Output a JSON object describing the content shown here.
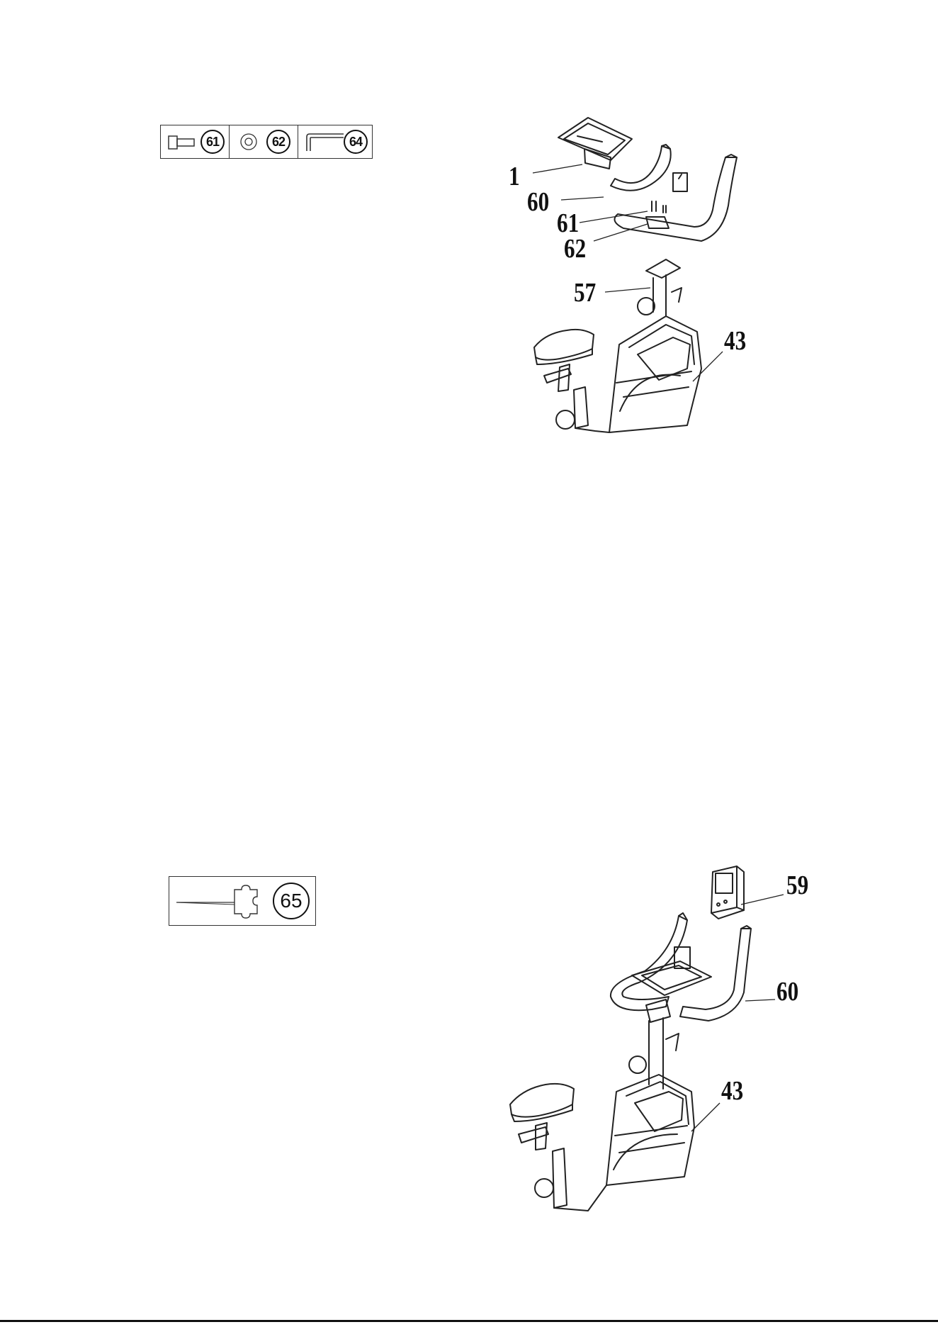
{
  "step1": {
    "hardware": [
      {
        "part": "61",
        "icon": "bolt-icon"
      },
      {
        "part": "62",
        "icon": "washer-icon"
      },
      {
        "part": "64",
        "icon": "allen-key-icon"
      }
    ],
    "callouts": [
      "1",
      "60",
      "61",
      "62",
      "57",
      "43"
    ]
  },
  "step2": {
    "hardware": [
      {
        "part": "65",
        "icon": "multi-tool-wrench-icon"
      }
    ],
    "callouts": [
      "59",
      "60",
      "43"
    ]
  }
}
